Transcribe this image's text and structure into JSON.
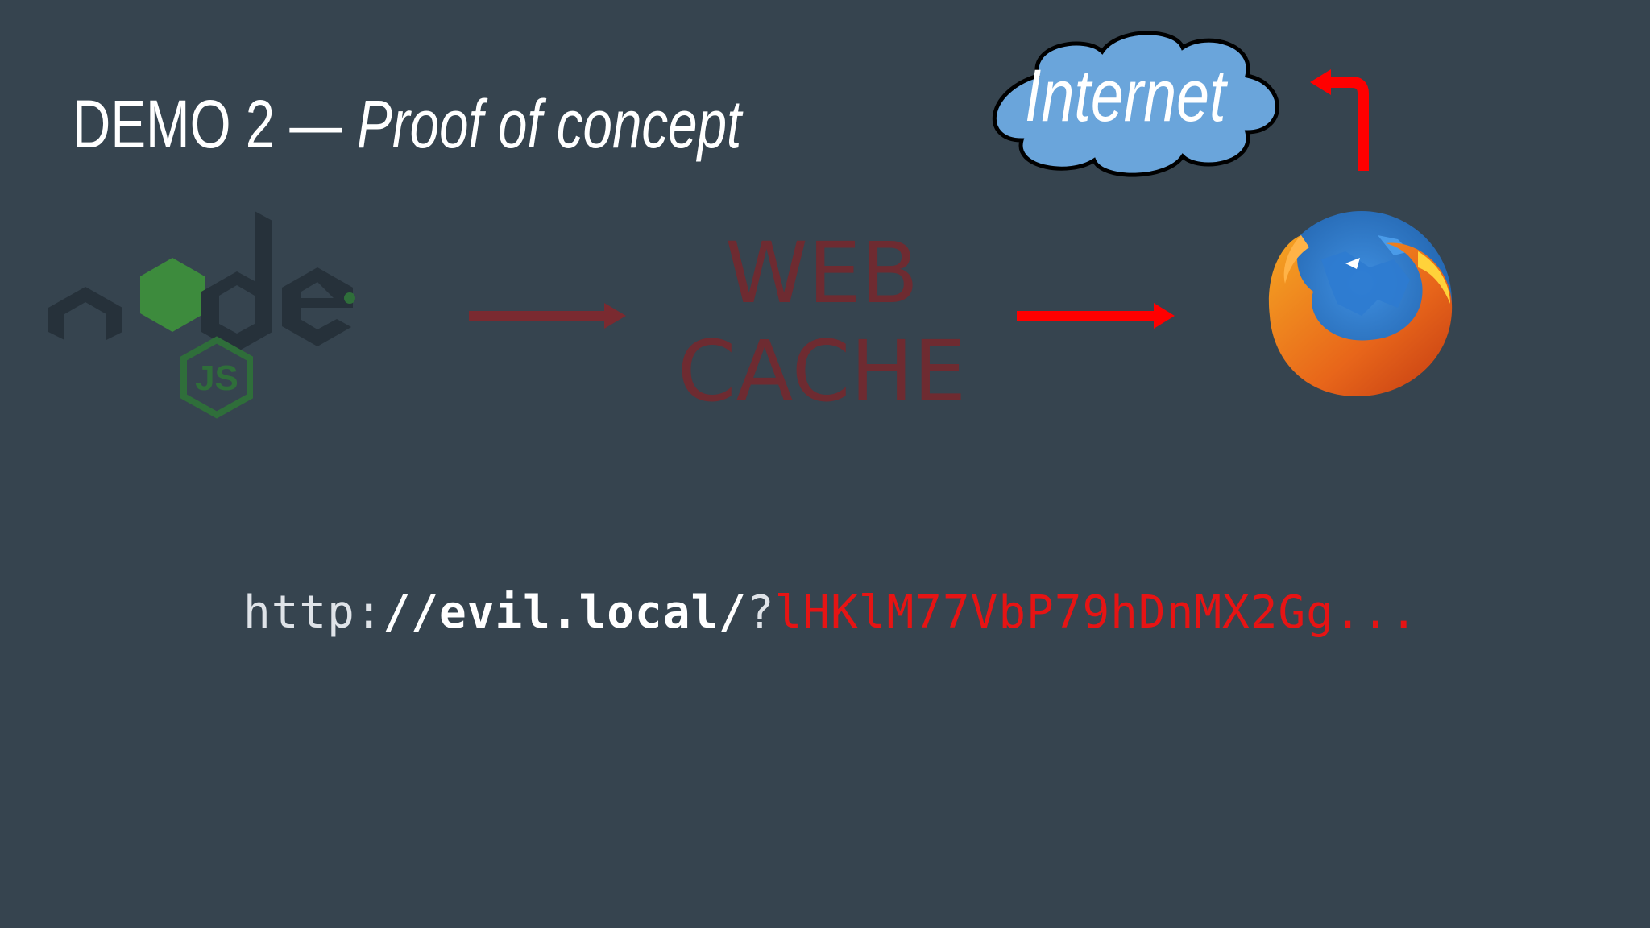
{
  "slide": {
    "title_main": "DEMO 2 — ",
    "title_sub": "Proof of concept"
  },
  "cloud": {
    "label": "Internet"
  },
  "cache": {
    "line1": "WEB",
    "line2": "CACHE"
  },
  "url": {
    "scheme": "http:",
    "host": "//evil.local/",
    "separator": "?",
    "payload": "lHKlM77VbP79hDnMX2Gg..."
  },
  "logos": {
    "server": "node",
    "server_badge": "JS",
    "browser": "firefox-icon"
  },
  "colors": {
    "background": "#36444f",
    "arrow_active": "#ff0000",
    "arrow_dim": "#7a2a30",
    "cloud_fill": "#6aa5db",
    "payload": "#e61414"
  }
}
